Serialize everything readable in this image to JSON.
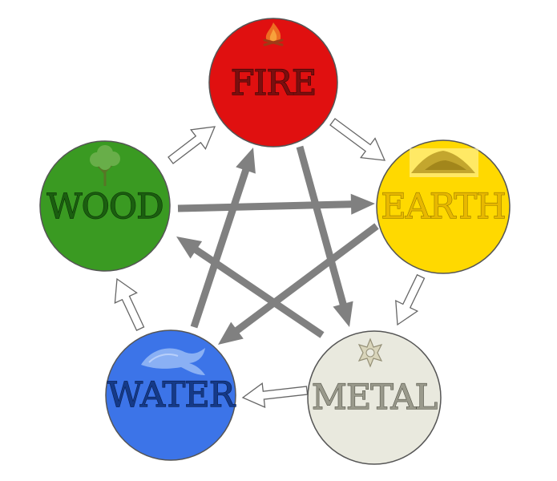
{
  "diagram": {
    "elements": [
      {
        "id": "fire",
        "label": "FIRE",
        "fill": "#e01010",
        "edge": "#555555",
        "text_fill": "#7a0f0f",
        "text_stroke": "#3b0505",
        "icon": "fire-icon"
      },
      {
        "id": "earth",
        "label": "EARTH",
        "fill": "#ffd900",
        "edge": "#555555",
        "text_fill": "#e8b800",
        "text_stroke": "#9a7a00",
        "icon": "earth-mound-icon"
      },
      {
        "id": "metal",
        "label": "METAL",
        "fill": "#e9e9de",
        "edge": "#555555",
        "text_fill": "#9a9a8c",
        "text_stroke": "#55554a",
        "icon": "metal-star-icon"
      },
      {
        "id": "water",
        "label": "WATER",
        "fill": "#3c74e8",
        "edge": "#555555",
        "text_fill": "#153a88",
        "text_stroke": "#0a1e4e",
        "icon": "water-wave-icon"
      },
      {
        "id": "wood",
        "label": "WOOD",
        "fill": "#3a9a22",
        "edge": "#555555",
        "text_fill": "#1b5e10",
        "text_stroke": "#0c3306",
        "icon": "tree-icon"
      }
    ],
    "generating_cycle": [
      {
        "from": "fire",
        "to": "earth"
      },
      {
        "from": "earth",
        "to": "metal"
      },
      {
        "from": "metal",
        "to": "water"
      },
      {
        "from": "water",
        "to": "wood"
      },
      {
        "from": "wood",
        "to": "fire"
      }
    ],
    "overcoming_cycle": [
      {
        "from": "fire",
        "to": "metal"
      },
      {
        "from": "metal",
        "to": "wood"
      },
      {
        "from": "wood",
        "to": "earth"
      },
      {
        "from": "earth",
        "to": "water"
      },
      {
        "from": "water",
        "to": "fire"
      }
    ],
    "colors": {
      "generating_arrow_fill": "#ffffff",
      "generating_arrow_stroke": "#666666",
      "overcoming_arrow_fill": "#808080"
    }
  }
}
